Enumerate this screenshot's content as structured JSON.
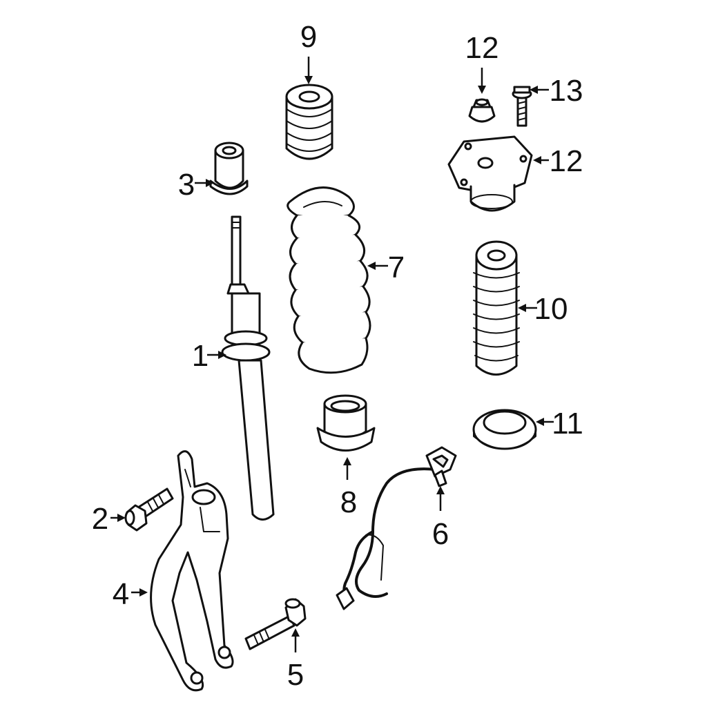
{
  "diagram": {
    "background": "#ffffff",
    "ink": "#111111",
    "callouts": [
      {
        "id": "c1",
        "label": "1"
      },
      {
        "id": "c2",
        "label": "2"
      },
      {
        "id": "c3",
        "label": "3"
      },
      {
        "id": "c4",
        "label": "4"
      },
      {
        "id": "c5",
        "label": "5"
      },
      {
        "id": "c6",
        "label": "6"
      },
      {
        "id": "c7",
        "label": "7"
      },
      {
        "id": "c8",
        "label": "8"
      },
      {
        "id": "c9",
        "label": "9"
      },
      {
        "id": "c10",
        "label": "10"
      },
      {
        "id": "c11",
        "label": "11"
      },
      {
        "id": "c12a",
        "label": "12"
      },
      {
        "id": "c12b",
        "label": "12"
      },
      {
        "id": "c13",
        "label": "13"
      }
    ]
  }
}
